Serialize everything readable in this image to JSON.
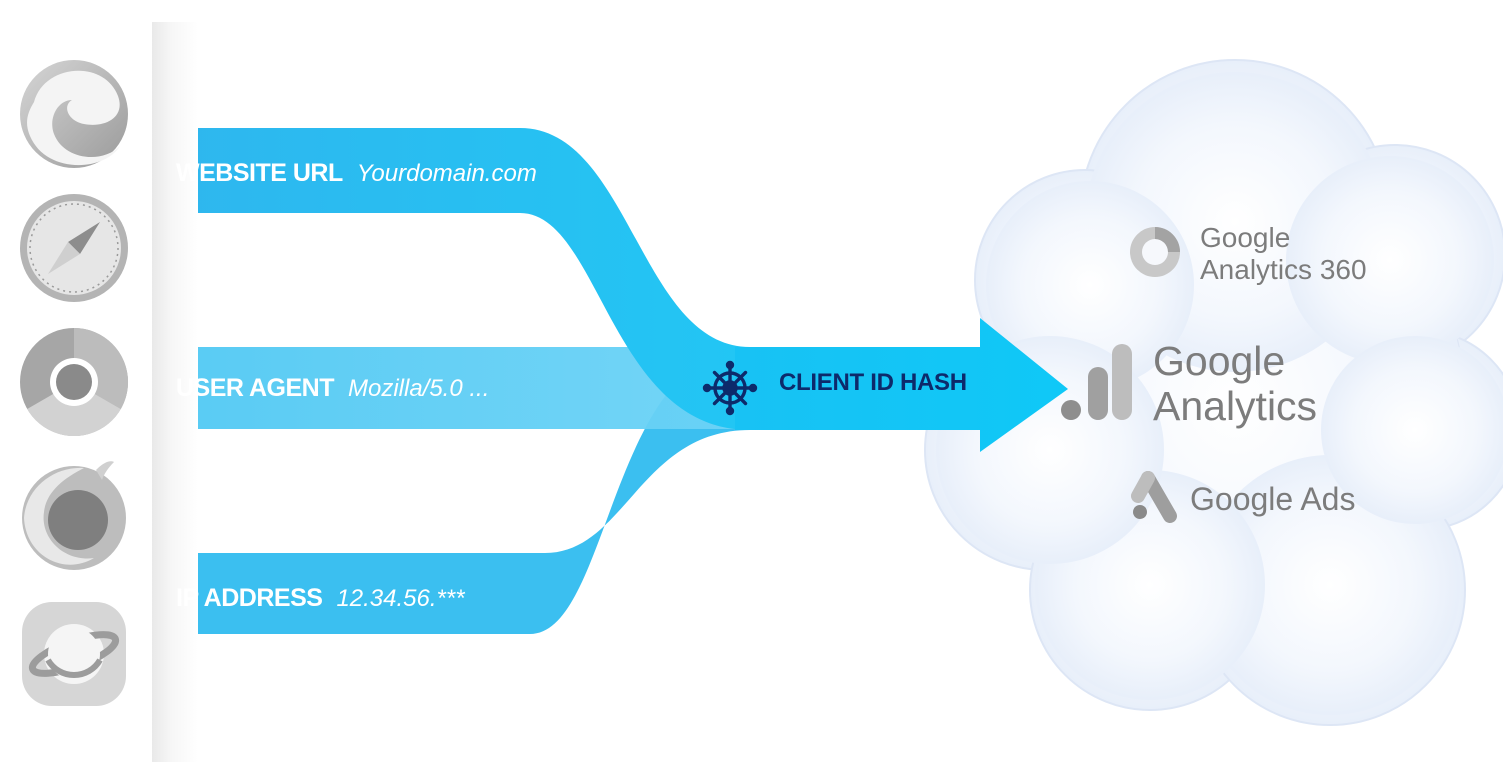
{
  "flows": [
    {
      "label": "WEBSITE URL",
      "value": "Yourdomain.com"
    },
    {
      "label": "USER AGENT",
      "value": "Mozilla/5.0 ..."
    },
    {
      "label": "IP ADDRESS",
      "value": "12.34.56.***"
    }
  ],
  "merge": {
    "label": "CLIENT ID HASH",
    "icon": "ship-wheel-icon"
  },
  "browsers": [
    "edge-icon",
    "safari-icon",
    "chrome-icon",
    "firefox-icon",
    "samsung-internet-icon"
  ],
  "destinations": {
    "analytics_360": {
      "line1": "Google",
      "line2": "Analytics 360"
    },
    "analytics": {
      "line1": "Google",
      "line2": "Analytics"
    },
    "ads": {
      "label": "Google Ads"
    }
  },
  "colors": {
    "flow_blue": "#3fc2f0",
    "arrow_blue": "#13c6f5",
    "hash_text": "#0d2a6b",
    "cloud": "#eaf1fb",
    "brand_gray": "#7c7c7c"
  }
}
